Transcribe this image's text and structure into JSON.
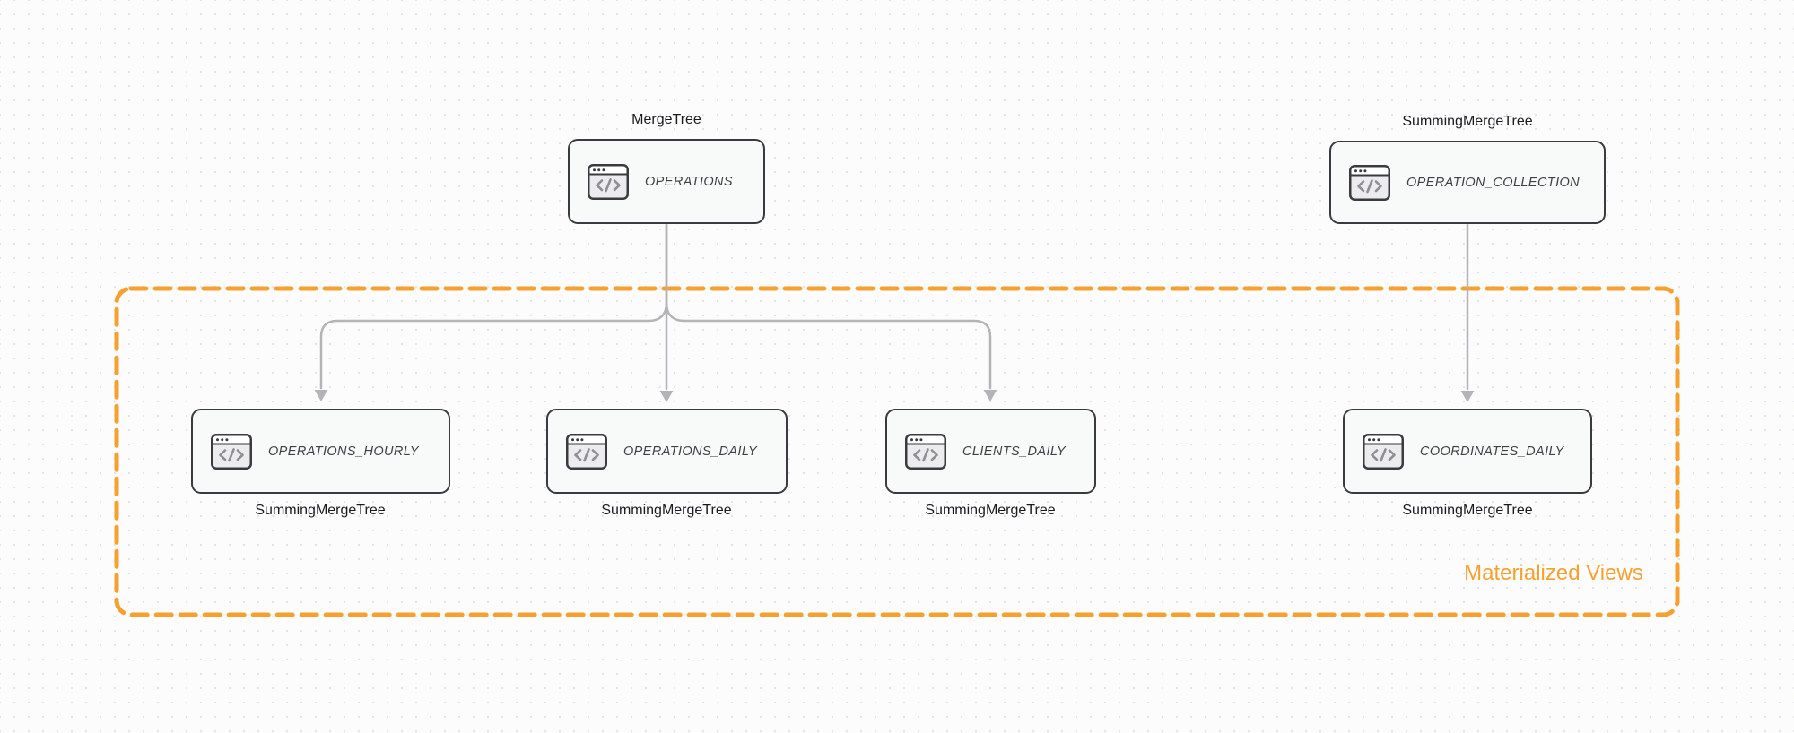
{
  "diagram": {
    "group": {
      "label": "Materialized Views",
      "border_color": "#f6a12f"
    },
    "nodes": [
      {
        "id": "operations",
        "title": "OPERATIONS",
        "engine": "MergeTree",
        "engine_label_position": "top",
        "icon": "code-window-icon",
        "in_group": false
      },
      {
        "id": "operation-collection",
        "title": "OPERATION_COLLECTION",
        "engine": "SummingMergeTree",
        "engine_label_position": "top",
        "icon": "code-window-icon",
        "in_group": false
      },
      {
        "id": "operations-hourly",
        "title": "OPERATIONS_HOURLY",
        "engine": "SummingMergeTree",
        "engine_label_position": "bottom",
        "icon": "code-window-icon",
        "in_group": true
      },
      {
        "id": "operations-daily",
        "title": "OPERATIONS_DAILY",
        "engine": "SummingMergeTree",
        "engine_label_position": "bottom",
        "icon": "code-window-icon",
        "in_group": true
      },
      {
        "id": "clients-daily",
        "title": "CLIENTS_DAILY",
        "engine": "SummingMergeTree",
        "engine_label_position": "bottom",
        "icon": "code-window-icon",
        "in_group": true
      },
      {
        "id": "coordinates-daily",
        "title": "COORDINATES_DAILY",
        "engine": "SummingMergeTree",
        "engine_label_position": "bottom",
        "icon": "code-window-icon",
        "in_group": true
      }
    ],
    "edges": [
      {
        "from": "operations",
        "to": "operations-hourly"
      },
      {
        "from": "operations",
        "to": "operations-daily"
      },
      {
        "from": "operations",
        "to": "clients-daily"
      },
      {
        "from": "operation-collection",
        "to": "coordinates-daily"
      }
    ],
    "colors": {
      "accent_orange": "#f6a12f",
      "node_border": "#3a3a40",
      "node_fill": "#f8f9f9",
      "arrow_gray": "#b4b4b8",
      "label_text": "#1b1b1f",
      "node_title_text": "#3f3f46",
      "background": "#fcfcfc"
    }
  }
}
